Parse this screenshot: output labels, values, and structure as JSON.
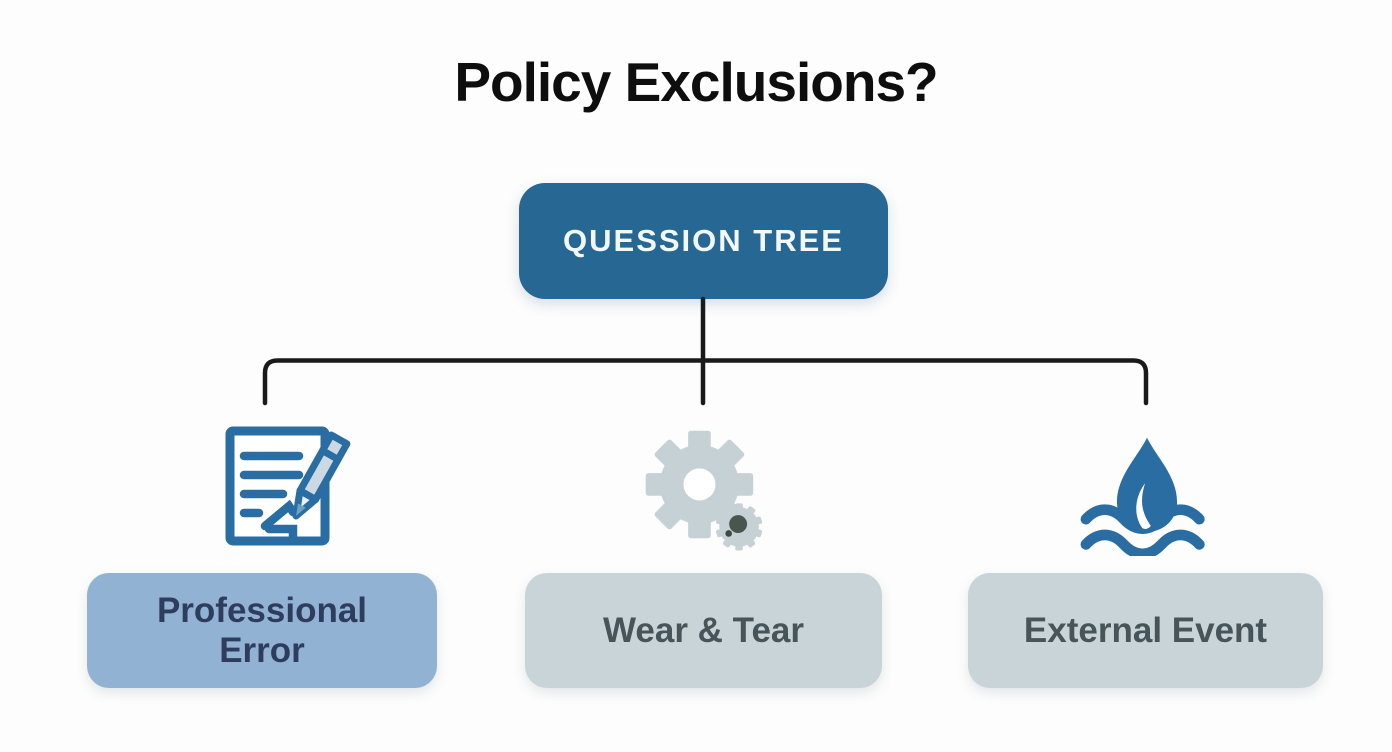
{
  "title": "Policy Exclusions?",
  "root": {
    "label": "QUESSION TREE"
  },
  "branches": [
    {
      "label": "Professional\nError",
      "icon": "document-pencil-icon"
    },
    {
      "label": "Wear & Tear",
      "icon": "gears-icon"
    },
    {
      "label": "External Event",
      "icon": "water-waves-icon"
    }
  ],
  "colors": {
    "background": "#fdfdfd",
    "title_text": "#0e0e0e",
    "root_bg": "#266794",
    "root_text": "#f2f8fb",
    "connector_line": "#1a1a1a",
    "branch1_bg": "#92b2d3",
    "branch1_text": "#2e3c5e",
    "branch23_bg": "#c9d4d9",
    "branch23_text": "#47545a",
    "icon_blue": "#2a6da3",
    "icon_gray": "#c5d1d5",
    "pencil_fill": "#cdd9e2",
    "small_gear_center": "#49564e"
  }
}
